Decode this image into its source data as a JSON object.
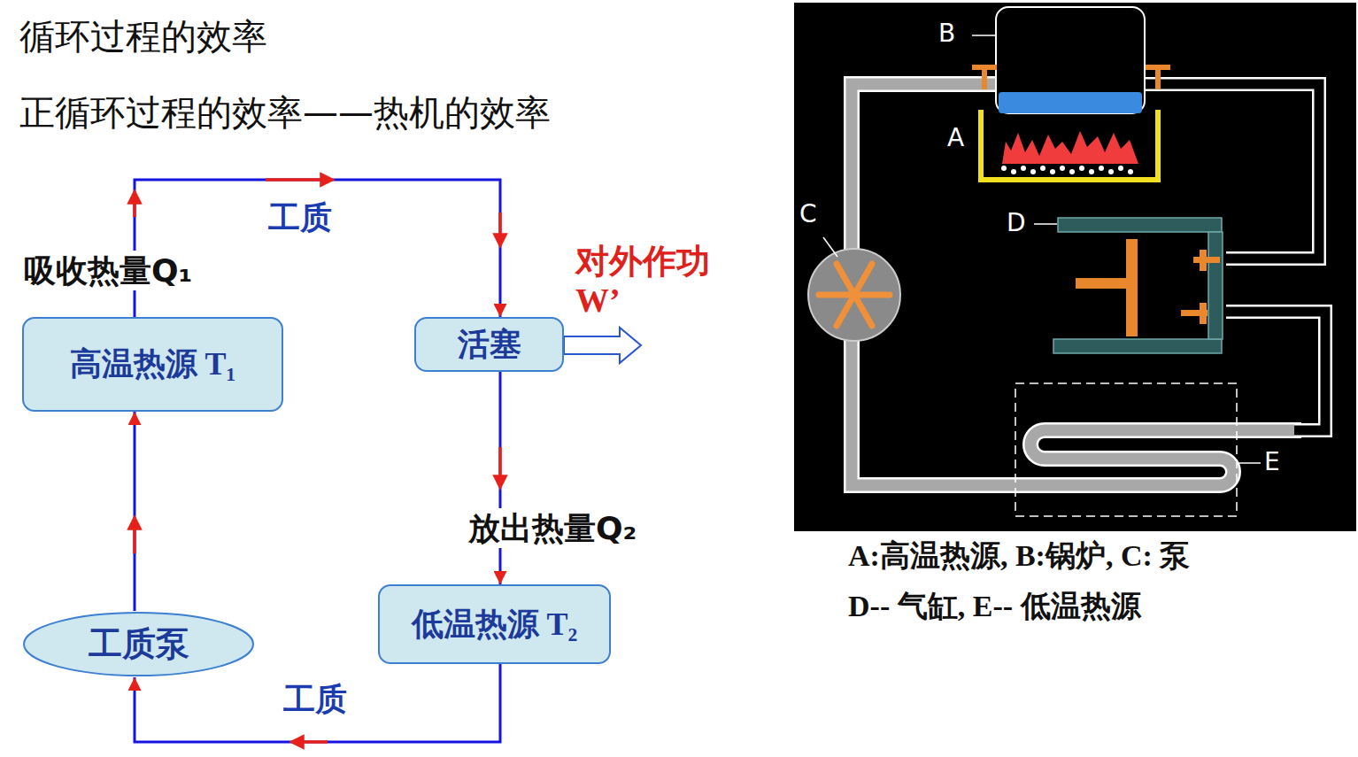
{
  "diagram": {
    "title": "循环过程的效率",
    "nodes": [
      {
        "text": [
          "高温热源 T₁"
        ]
      },
      {
        "text": [
          "活塞"
        ]
      },
      {
        "text": [
          "低温热源 T₂"
        ]
      },
      {
        "text": [
          "工质泵"
        ]
      }
    ],
    "edges": [
      {
        "from": 0,
        "to": 1,
        "arrow": "to"
      },
      {
        "from": 1,
        "to": 2,
        "arrow": "to"
      },
      {
        "from": 2,
        "to": 3,
        "arrow": "to"
      },
      {
        "from": 3,
        "to": 0,
        "arrow": "to"
      }
    ],
    "labels": [
      "正循环过程的效率——热机的效率",
      "吸收热量Q₁",
      "工质",
      "对外作功 W’",
      "放出热量Q₂",
      "工质",
      "B",
      "A",
      "C",
      "D",
      "E",
      "A:高温热源, B:锅炉, C: 泵",
      "D-- 气缸, E-- 低温热源"
    ]
  }
}
